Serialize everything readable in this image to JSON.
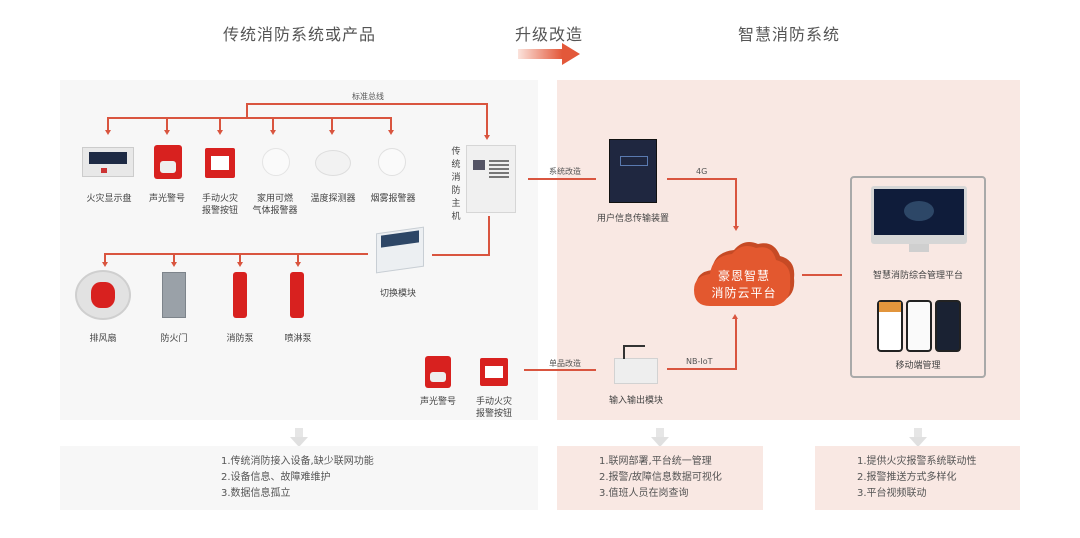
{
  "headers": {
    "left": "传统消防系统或产品",
    "middle": "升级改造",
    "right": "智慧消防系统"
  },
  "colors": {
    "accent": "#d9553f",
    "left_panel": "#f7f7f7",
    "right_panel": "#f9e8e3",
    "cloud": "#e3582f"
  },
  "left": {
    "bus_label": "标准总线",
    "host_label": "传统消防主机",
    "devices_top": [
      {
        "label": "火灾显示盘",
        "icon": "fire-display-panel-icon"
      },
      {
        "label": "声光警号",
        "icon": "sound-light-alarm-icon"
      },
      {
        "label": "手动火灾\n报警按钮",
        "icon": "manual-alarm-button-icon"
      },
      {
        "label": "家用可燃\n气体报警器",
        "icon": "gas-detector-icon"
      },
      {
        "label": "温度探测器",
        "icon": "temperature-detector-icon"
      },
      {
        "label": "烟雾报警器",
        "icon": "smoke-detector-icon"
      }
    ],
    "switch_module": "切换模块",
    "devices_bottom": [
      {
        "label": "排风扇",
        "icon": "exhaust-fan-icon"
      },
      {
        "label": "防火门",
        "icon": "fire-door-icon"
      },
      {
        "label": "消防泵",
        "icon": "fire-pump-icon"
      },
      {
        "label": "喷淋泵",
        "icon": "sprinkler-pump-icon"
      }
    ],
    "single_devices": [
      {
        "label": "声光警号",
        "icon": "sound-light-alarm-icon"
      },
      {
        "label": "手动火灾\n报警按钮",
        "icon": "manual-alarm-button-icon"
      }
    ]
  },
  "right": {
    "system_upgrade": "系统改造",
    "product_upgrade": "单品改造",
    "transmission_device": "用户信息传输装置",
    "io_module": "输入输出模块",
    "link_4g": "4G",
    "link_nbiot": "NB-IoT",
    "cloud_line1": "豪恩智慧",
    "cloud_line2": "消防云平台",
    "platform_label": "智慧消防综合管理平台",
    "mobile_label": "移动端管理"
  },
  "bottom": {
    "left": [
      "1.传统消防接入设备,缺少联网功能",
      "2.设备信息、故障难维护",
      "3.数据信息孤立"
    ],
    "middle": [
      "1.联网部署,平台统一管理",
      "2.报警/故障信息数据可视化",
      "3.值班人员在岗查询"
    ],
    "right": [
      "1.提供火灾报警系统联动性",
      "2.报警推送方式多样化",
      "3.平台视频联动"
    ]
  }
}
